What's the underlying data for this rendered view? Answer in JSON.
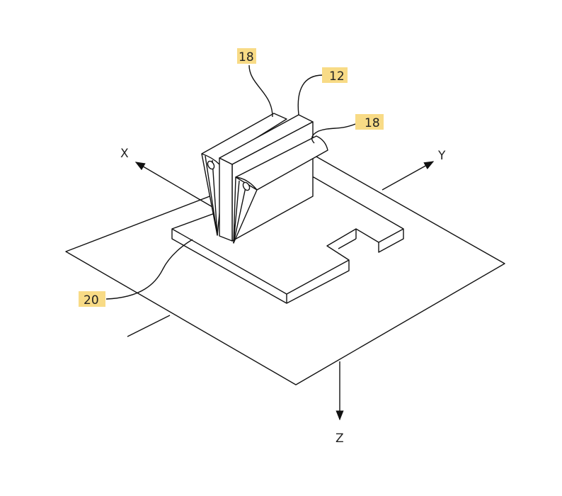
{
  "figure": {
    "reference_labels": [
      {
        "id": "flap-left",
        "text": "18"
      },
      {
        "id": "block",
        "text": "12"
      },
      {
        "id": "flap-right",
        "text": "18"
      },
      {
        "id": "base-plate",
        "text": "20"
      }
    ],
    "axes": {
      "x": "X",
      "y": "Y",
      "z": "Z"
    },
    "highlight_color": "#f8db86"
  }
}
